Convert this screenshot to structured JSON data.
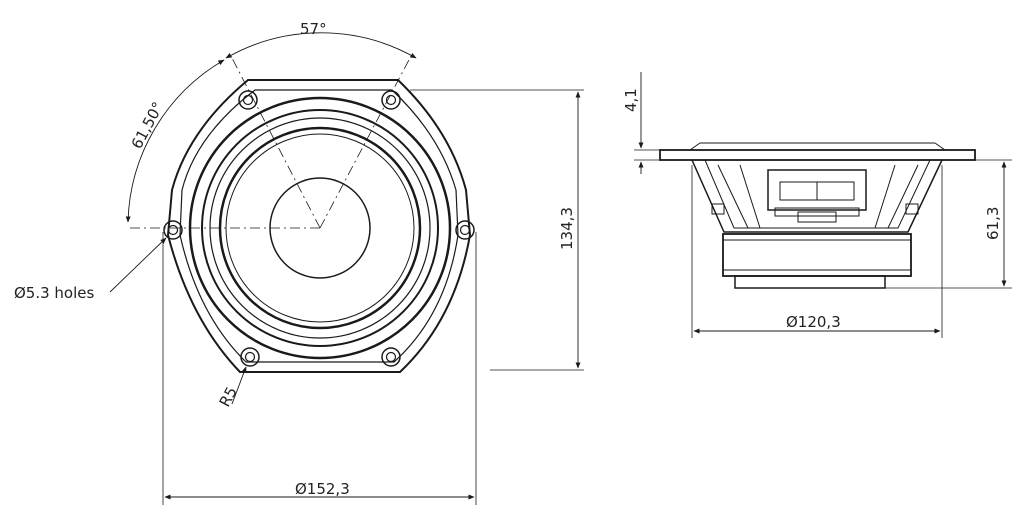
{
  "front_view": {
    "angle_top": "57°",
    "angle_left": "61,50°",
    "holes": "Ø5.3 holes",
    "radius": "R5",
    "height": "134,3",
    "width": "Ø152,3"
  },
  "side_view": {
    "flange": "4,1",
    "depth": "61,3",
    "diameter": "Ø120,3"
  }
}
